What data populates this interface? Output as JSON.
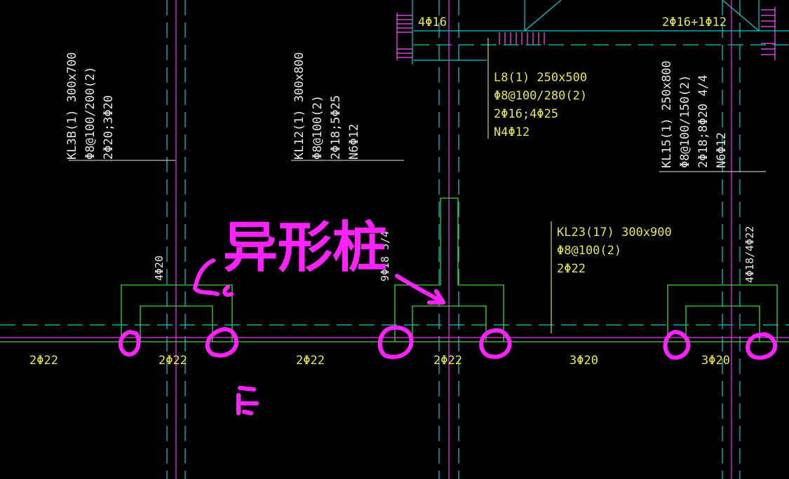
{
  "colors": {
    "background": "#000000",
    "axis": "#ff2aff",
    "grid": "#00d0d0",
    "beam": "#3cd63c",
    "text": "#e6e650",
    "leader": "#e6e6e6",
    "hatch": "#ff55ff",
    "annotation": "#ff22ff"
  },
  "top": {
    "label_a": "4Φ16",
    "label_b": "2Φ16+1Φ12"
  },
  "beam_labels": {
    "kl3b": [
      "KL3B(1) 300x700",
      "Φ8@100/200(2)",
      "2Φ20;3Φ20"
    ],
    "kl12": [
      "KL12(1) 300x800",
      "Φ8@100(2)",
      "2Φ18;5Φ25",
      "N6Φ12"
    ],
    "l8": [
      "L8(1) 250x500",
      "Φ8@100/280(2)",
      "2Φ16;4Φ25",
      "N4Φ12"
    ],
    "kl15": [
      "KL15(1) 250x800",
      "Φ8@100/150(2)",
      "2Φ18;8Φ20 4/4",
      "N6Φ12"
    ],
    "kl23": [
      "KL23(17) 300x900",
      "Φ8@100(2)",
      "2Φ22"
    ]
  },
  "column_labels": {
    "c1": "4Φ20",
    "c2": "9Φ18 5/4",
    "c3": "4Φ18/4Φ22"
  },
  "bottom_labels": [
    "2Φ22",
    "2Φ22",
    "2Φ22",
    "2Φ22",
    "3Φ20",
    "3Φ20"
  ],
  "handwriting": {
    "text": "异形桩"
  }
}
